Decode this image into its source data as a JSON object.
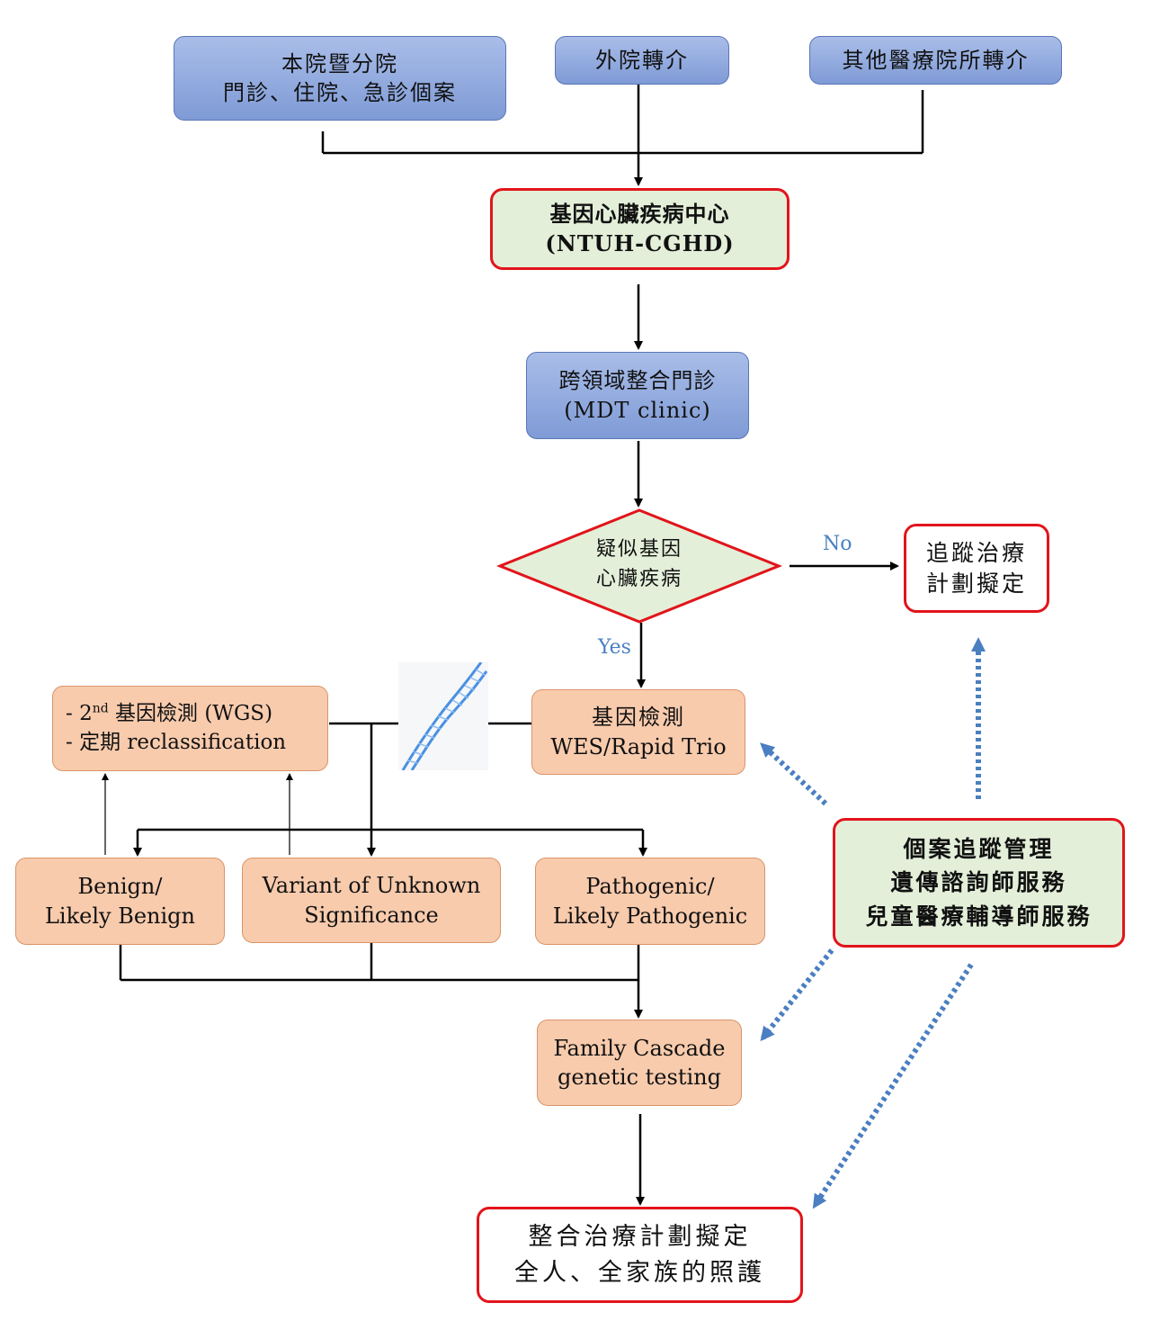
{
  "sources": {
    "internal_line1": "本院暨分院",
    "internal_line2": "門診、住院、急診個案",
    "external": "外院轉介",
    "other": "其他醫療院所轉介"
  },
  "center": {
    "line1": "基因心臟疾病中心",
    "line2": "(NTUH-CGHD)"
  },
  "mdt": {
    "line1": "跨領域整合門診",
    "line2": "(MDT clinic)"
  },
  "decision": {
    "line1": "疑似基因",
    "line2": "心臟疾病",
    "no_label": "No",
    "yes_label": "Yes"
  },
  "follow_up": {
    "line1": "追蹤治療",
    "line2": "計劃擬定"
  },
  "gene_test": {
    "line1": "基因檢測",
    "line2": "WES/Rapid Trio"
  },
  "second_test": {
    "line1_prefix": "- 2",
    "line1_sup": "nd",
    "line1_suffix": " 基因檢測 (WGS)",
    "line2": "- 定期 reclassification"
  },
  "results": {
    "benign_line1": "Benign/",
    "benign_line2": "Likely Benign",
    "vus_line1": "Variant of Unknown",
    "vus_line2": "Significance",
    "patho_line1": "Pathogenic/",
    "patho_line2": "Likely Pathogenic"
  },
  "case_mgmt": {
    "line1": "個案追蹤管理",
    "line2": "遺傳諮詢師服務",
    "line3": "兒童醫療輔導師服務"
  },
  "family": {
    "line1": "Family Cascade",
    "line2": "genetic testing"
  },
  "final": {
    "line1": "整合治療計劃擬定",
    "line2": "全人、全家族的照護"
  },
  "colors": {
    "arrow": "#000000",
    "dotted": "#4a7fc1",
    "red_border": "#e2141b",
    "blue_box": "#8fa9de",
    "peach_box": "#f8cbad",
    "green_box": "#e3efd9"
  }
}
